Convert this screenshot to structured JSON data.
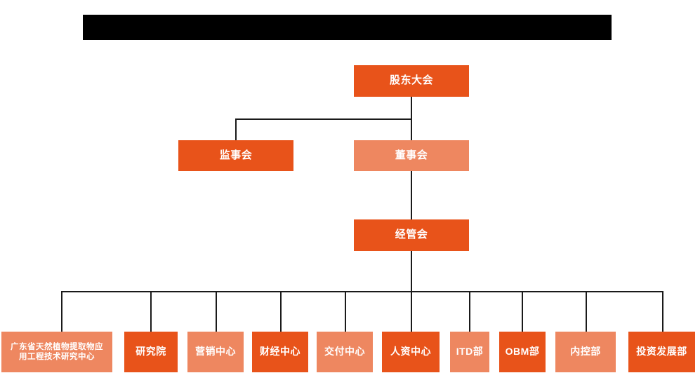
{
  "diagram": {
    "type": "org-chart",
    "title_bar": {
      "redacted": true,
      "label": ""
    },
    "colors": {
      "dark_orange": "#E8531A",
      "light_orange": "#EE8760",
      "connector": "#1a1a1a",
      "text": "#ffffff",
      "background": "#ffffff",
      "title_bar": "#000000"
    },
    "nodes": {
      "shareholders_meeting": "股东大会",
      "board_of_supervisors": "监事会",
      "board_of_directors": "董事会",
      "management_committee": "经管会",
      "leaf_1_line_1": "广东省天然植物提取物应",
      "leaf_1_line_2": "用工程技术研究中心",
      "leaf_2": "研究院",
      "leaf_3": "营销中心",
      "leaf_4": "财经中心",
      "leaf_5": "交付中心",
      "leaf_6": "人资中心",
      "leaf_7": "ITD部",
      "leaf_8": "OBM部",
      "leaf_9": "内控部",
      "leaf_10": "投资发展部"
    }
  }
}
